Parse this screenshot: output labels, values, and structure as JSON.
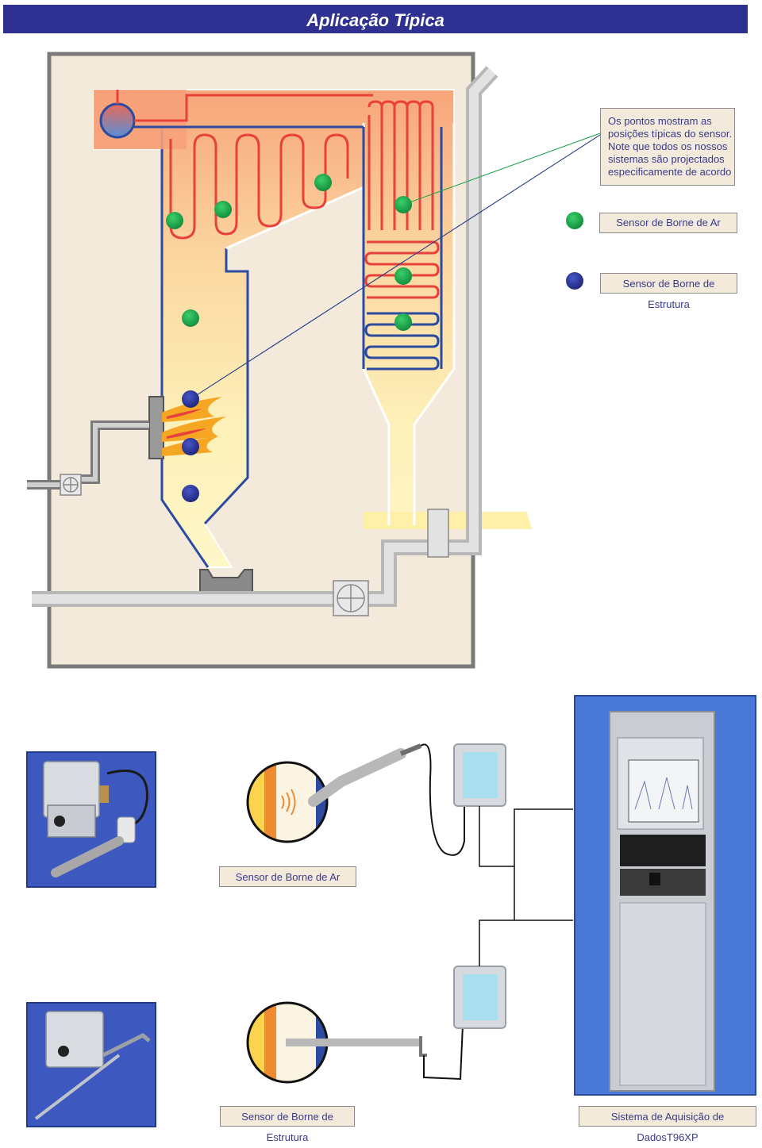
{
  "title": "Aplicação Típica",
  "note": "Os pontos mostram as posições típicas do sensor. Note que todos os nossos sistemas são projectados especificamente de acordo",
  "legend": {
    "air_sensor": "Sensor de Borne de Ar",
    "structure_sensor": "Sensor de Borne de Estrutura"
  },
  "bottom": {
    "air_label": "Sensor de Borne de Ar",
    "structure_label": "Sensor de Borne de Estrutura",
    "system_label": "Sistema de Aquisição de DadosT96XP"
  },
  "colors": {
    "title_bar": "#2e3192",
    "air_dot": "#1aa04a",
    "structure_dot": "#2e3192",
    "hot_pipe": "#e8413c",
    "cold_pipe": "#2b4aa0"
  }
}
